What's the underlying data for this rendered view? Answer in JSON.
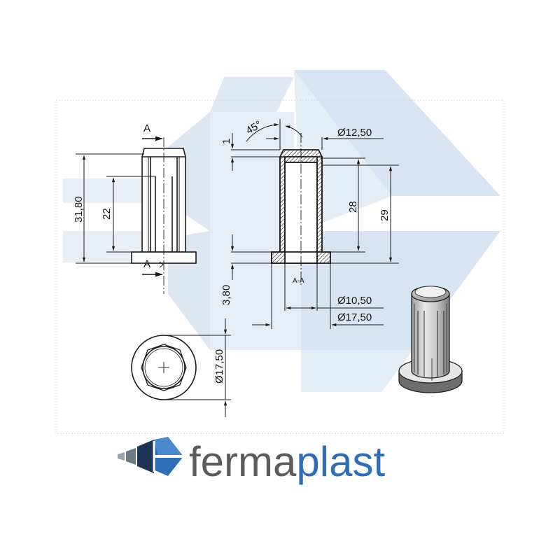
{
  "drawing": {
    "section_mark_top": "A",
    "section_mark_bottom": "A",
    "section_label": "A-A",
    "dims": {
      "overall_height": "31,80",
      "slot_length": "22",
      "flange_thickness": "3,80",
      "wall_height": "28",
      "body_height": "29",
      "top_thickness": "1",
      "chamfer_angle": "45°",
      "top_diameter": "Ø12,50",
      "inner_diameter": "Ø10,50",
      "flange_diameter": "Ø17,50",
      "bottom_view_diameter": "Ø17,50"
    }
  },
  "brand": {
    "name_part1": "ferma",
    "name_part2": "plast"
  },
  "colors": {
    "watermark": "#dfe8f4",
    "watermark_dark": "#d6e1ef",
    "brand_gray": "#5a5c5e",
    "brand_blue": "#2f6db5",
    "brand_navy": "#1f3358",
    "brand_slate": "#6d7a88",
    "line": "#1a1a1a"
  }
}
